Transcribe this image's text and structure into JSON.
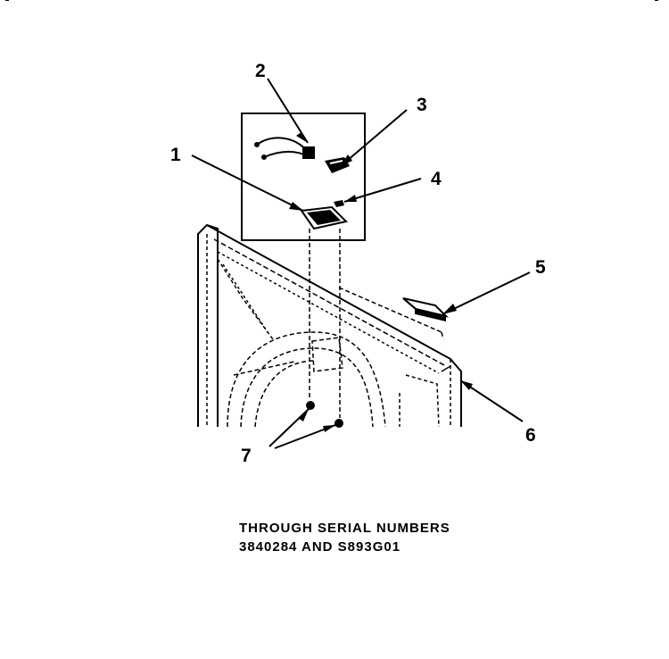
{
  "diagram": {
    "callouts": [
      {
        "id": "1",
        "label": "1"
      },
      {
        "id": "2",
        "label": "2"
      },
      {
        "id": "3",
        "label": "3"
      },
      {
        "id": "4",
        "label": "4"
      },
      {
        "id": "5",
        "label": "5"
      },
      {
        "id": "6",
        "label": "6"
      },
      {
        "id": "7",
        "label": "7"
      }
    ],
    "caption_line1": "THROUGH SERIAL NUMBERS",
    "caption_line2": "3840284 AND S893G01"
  }
}
